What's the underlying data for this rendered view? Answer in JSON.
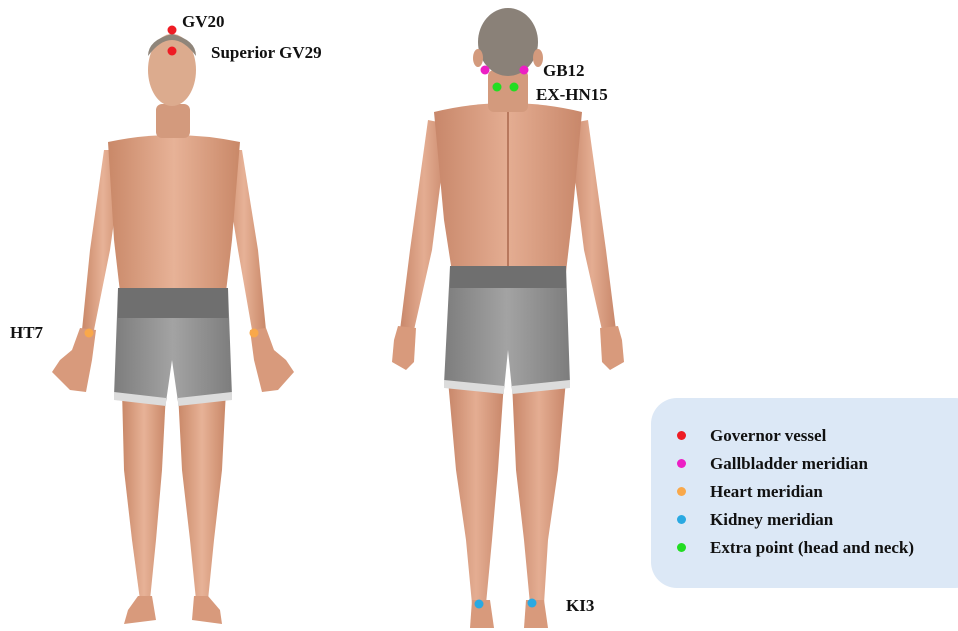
{
  "colors": {
    "governor": "#ee1c24",
    "gallbladder": "#ec1fc4",
    "heart": "#f9a84a",
    "kidney": "#2aa9e2",
    "extra": "#22dd22",
    "legend_bg": "#dce8f6"
  },
  "labels": {
    "gv20": "GV20",
    "superior_gv29": "Superior GV29",
    "ht7": "HT7",
    "gb12": "GB12",
    "ex_hn15": "EX-HN15",
    "ki3": "KI3"
  },
  "legend": [
    {
      "label": "Governor vessel",
      "color": "#ee1c24"
    },
    {
      "label": "Gallbladder meridian",
      "color": "#ec1fc4"
    },
    {
      "label": "Heart meridian",
      "color": "#f9a84a"
    },
    {
      "label": "Kidney meridian",
      "color": "#2aa9e2"
    },
    {
      "label": "Extra point (head and neck)",
      "color": "#22dd22"
    }
  ]
}
